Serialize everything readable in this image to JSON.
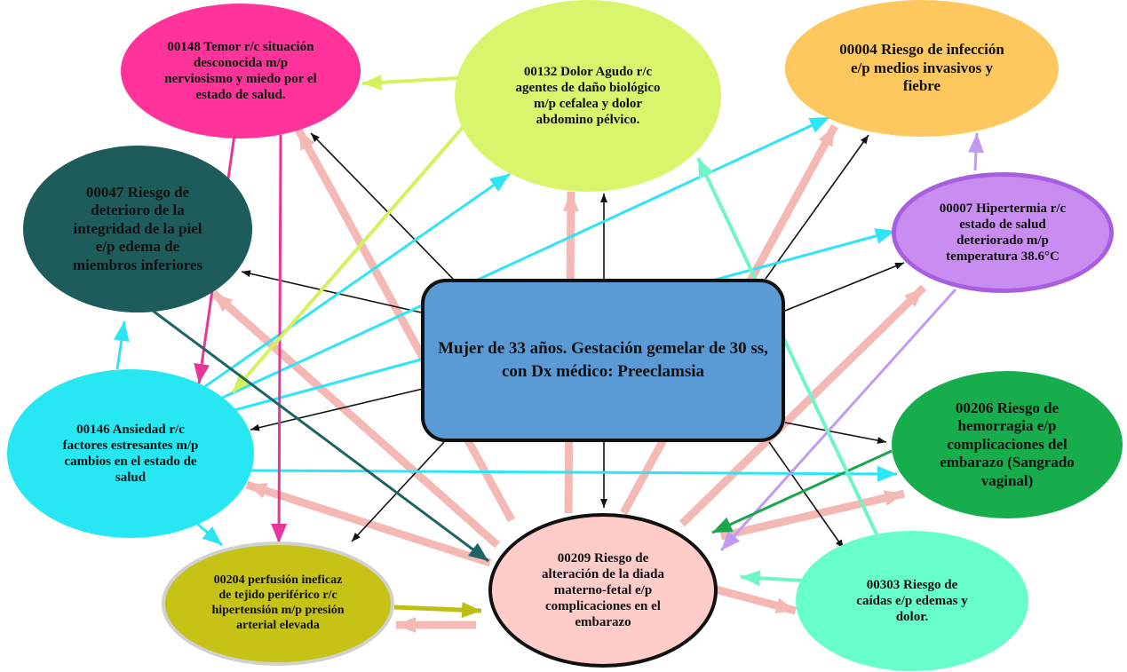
{
  "colors": {
    "pink": "#FF3399",
    "lime": "#D9F56B",
    "orange": "#FFC85E",
    "teal_dark": "#1E5C5C",
    "violet": "#C98DF2",
    "violet_border": "#A95EE0",
    "cyan": "#27E8F2",
    "blue_box": "#5B9BD5",
    "green": "#17AD4D",
    "olive": "#C7C316",
    "salmon": "#FFCCC9",
    "mint": "#66FFCC",
    "arrow_black": "#111111",
    "arrow_salmon": "#F5B9B5",
    "arrow_cyan": "#2EE5F5",
    "arrow_pink": "#E8359A",
    "arrow_lime": "#D3F25E",
    "arrow_teal": "#1E6464",
    "arrow_violet": "#C29AF2",
    "arrow_green": "#1AA64A",
    "arrow_olive": "#BEBE12",
    "arrow_mint": "#6FF5C8"
  },
  "nodes": {
    "center": "Mujer de 33 años. Gestación gemelar de 30 ss, con Dx médico: Preeclamsia",
    "temor": "00148 Temor r/c situación desconocida m/p nerviosismo y miedo por el estado de salud.",
    "dolor": "00132 Dolor Agudo r/c agentes de daño biológico m/p cefalea y dolor abdomino pélvico.",
    "infeccion": "00004 Riesgo de infección e/p medios invasivos y fiebre",
    "piel": "00047 Riesgo de deterioro de la integridad de la piel e/p edema de miembros inferiores",
    "hipertermia": "00007 Hipertermia r/c estado de salud deteriorado m/p temperatura 38.6°C",
    "ansiedad": "00146 Ansiedad r/c factores estresantes m/p cambios en el estado de salud",
    "hemorragia": "00206 Riesgo de hemorragia e/p complicaciones del embarazo (Sangrado vaginal)",
    "perfusion": "00204 perfusión ineficaz de tejido periférico r/c hipertensión m/p presión arterial elevada",
    "diada": "00209 Riesgo de alteración de la diada materno-fetal e/p complicaciones en el embarazo",
    "caidas": "00303 Riesgo de caídas e/p edemas y dolor."
  }
}
